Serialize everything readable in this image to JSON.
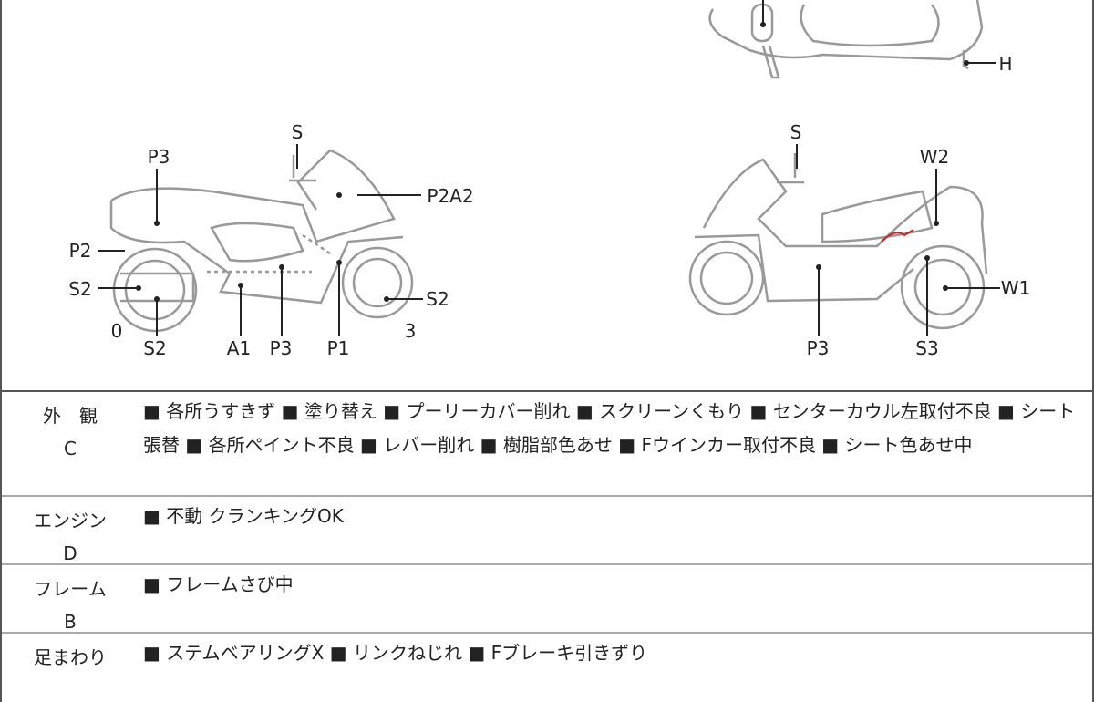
{
  "diagram": {
    "top_view": {
      "labels": {
        "h": "H"
      }
    },
    "left_view": {
      "labels": {
        "s": "S",
        "p3_top": "P3",
        "p2a2": "P2A2",
        "p2": "P2",
        "s2_left": "S2",
        "s2_right": "S2",
        "zero": "0",
        "s2_bottom": "S2",
        "a1": "A1",
        "p3_bottom": "P3",
        "p1": "P1",
        "three": "3"
      }
    },
    "right_view": {
      "labels": {
        "s": "S",
        "w2": "W2",
        "w1": "W1",
        "p3": "P3",
        "s3": "S3"
      }
    }
  },
  "rows": [
    {
      "label": "外　観",
      "grade": "C",
      "text": "■ 各所うすきず ■ 塗り替え ■ プーリーカバー削れ ■ スクリーンくもり ■ センターカウル左取付不良 ■ シート張替 ■ 各所ペイント不良 ■ レバー削れ ■ 樹脂部色あせ ■ Fウインカー取付不良 ■ シート色あせ中"
    },
    {
      "label": "エンジン",
      "grade": "D",
      "text": "■ 不動 クランキングOK"
    },
    {
      "label": "フレーム",
      "grade": "B",
      "text": "■ フレームさび中"
    },
    {
      "label": "足まわり",
      "grade": "",
      "text": "■ ステムベアリングX ■ リンクねじれ ■ Fブレーキ引きずり"
    }
  ],
  "colors": {
    "line": "#888888",
    "damage_mark": "#cc2222"
  }
}
